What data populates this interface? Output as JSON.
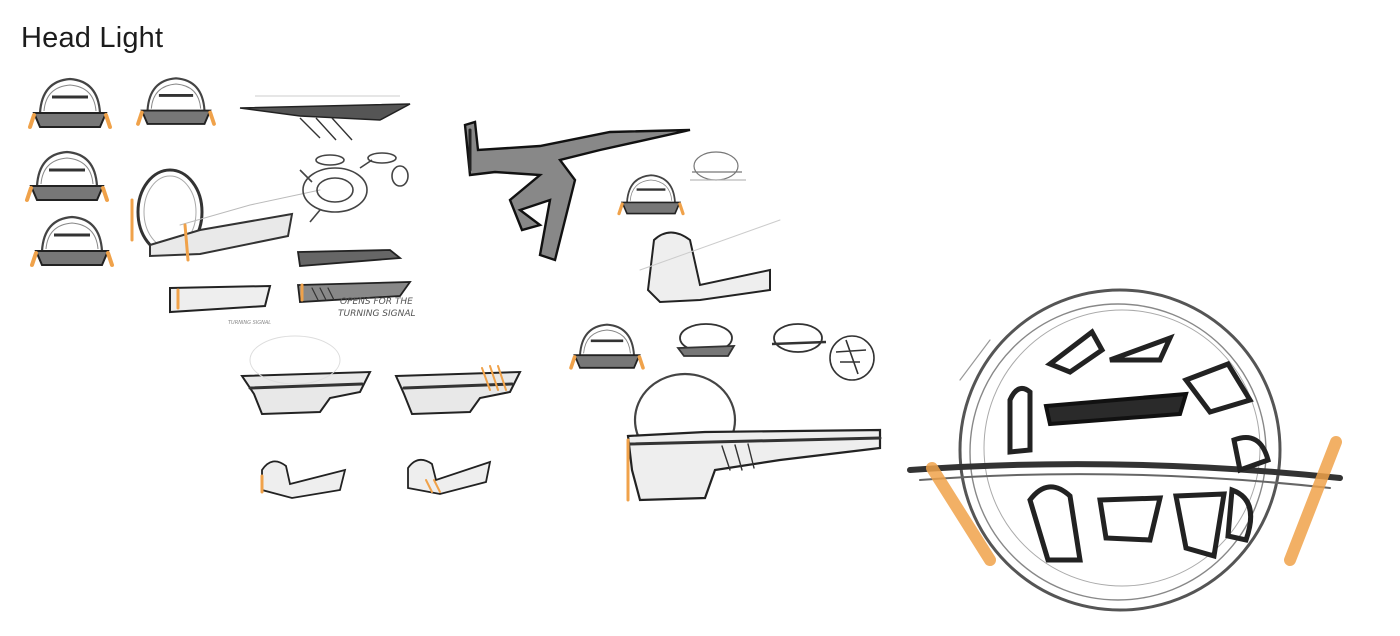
{
  "page": {
    "title": "Head Light"
  },
  "annotations": {
    "turning_signal_note_line1": "OPENS FOR THE",
    "turning_signal_note_line2": "TURNING SIGNAL",
    "small_caption": "TURNING SIGNAL"
  },
  "colors": {
    "pencil": "#3a3a3a",
    "light_pencil": "#9a9a9a",
    "accent_orange": "#f0a24a",
    "background": "#ffffff"
  }
}
